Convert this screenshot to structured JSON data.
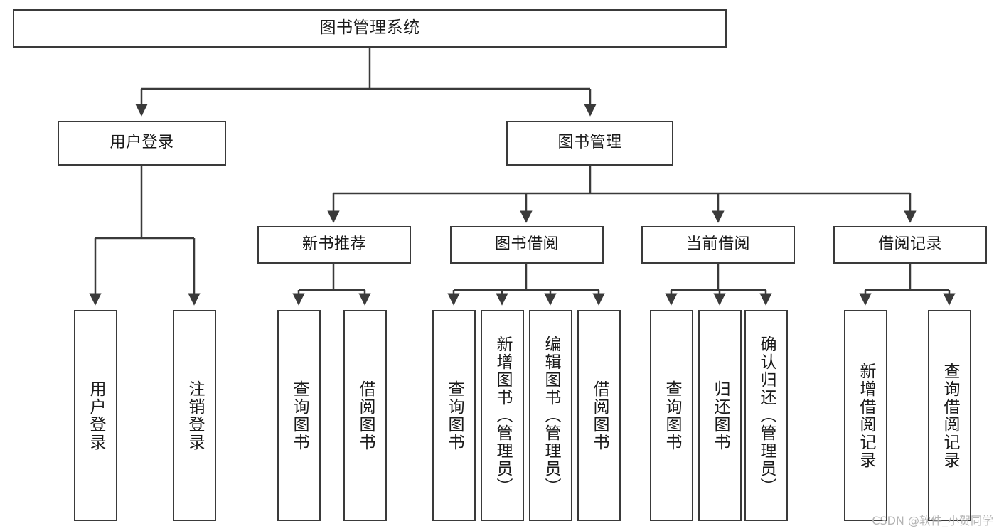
{
  "diagram": {
    "type": "tree",
    "title": "图书管理系统",
    "root": {
      "id": "root",
      "label": "图书管理系统"
    },
    "level2": [
      {
        "id": "user-login",
        "label": "用户登录"
      },
      {
        "id": "book-management",
        "label": "图书管理"
      }
    ],
    "level3": [
      {
        "id": "new-book-recommend",
        "label": "新书推荐"
      },
      {
        "id": "book-borrow",
        "label": "图书借阅"
      },
      {
        "id": "current-borrow",
        "label": "当前借阅"
      },
      {
        "id": "borrow-record",
        "label": "借阅记录"
      }
    ],
    "leaves": {
      "user_login": [
        {
          "id": "leaf-user-login",
          "label": "用户登录"
        },
        {
          "id": "leaf-logout-login",
          "label": "注销登录"
        }
      ],
      "new_book_recommend": [
        {
          "id": "leaf-query-book-1",
          "label": "查询图书"
        },
        {
          "id": "leaf-borrow-book-1",
          "label": "借阅图书"
        }
      ],
      "book_borrow": [
        {
          "id": "leaf-query-book-2",
          "label": "查询图书"
        },
        {
          "id": "leaf-add-book",
          "label": "新增图书（管理员）"
        },
        {
          "id": "leaf-edit-book",
          "label": "编辑图书（管理员）"
        },
        {
          "id": "leaf-borrow-book-2",
          "label": "借阅图书"
        }
      ],
      "current_borrow": [
        {
          "id": "leaf-query-book-3",
          "label": "查询图书"
        },
        {
          "id": "leaf-return-book",
          "label": "归还图书"
        },
        {
          "id": "leaf-confirm-return",
          "label": "确认归还（管理员）"
        }
      ],
      "borrow_record": [
        {
          "id": "leaf-add-record",
          "label": "新增借阅记录"
        },
        {
          "id": "leaf-query-record",
          "label": "查询借阅记录"
        }
      ]
    }
  },
  "watermark": {
    "text": "CSDN @软件_小贺同学"
  },
  "colors": {
    "background": "#ffffff",
    "box_border": "#3a3a3a",
    "connector": "#3a3a3a",
    "text": "#1a1a1a",
    "watermark": "#b4b4b4"
  }
}
